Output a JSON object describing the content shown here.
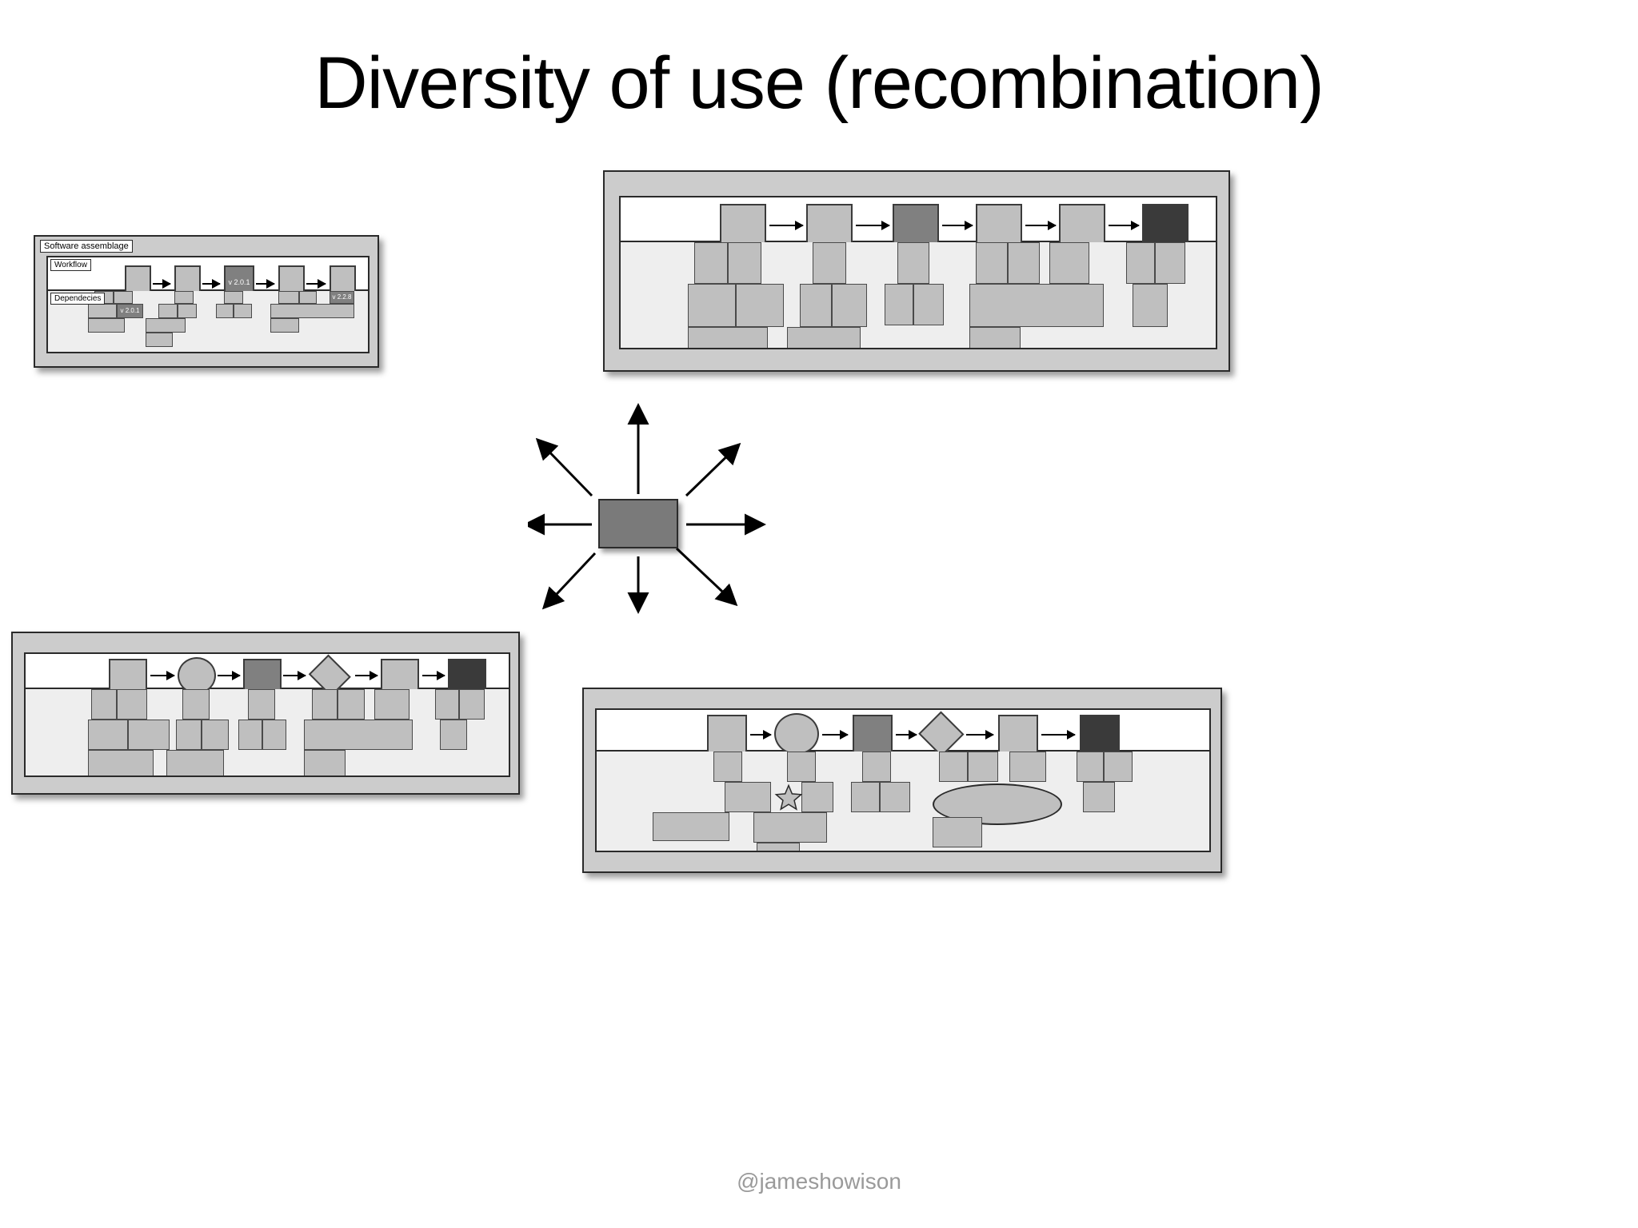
{
  "slide": {
    "title": "Diversity of use (recombination)",
    "footer_handle": "@jameshowison",
    "background_color": "#ffffff",
    "title_color": "#000000",
    "footer_color": "#9a9a9a"
  },
  "palette": {
    "panel_frame": "#cccccc",
    "panel_inner": "#eeeeee",
    "workflow_band": "#ffffff",
    "node_light": "#bfbfbf",
    "node_mid": "#808080",
    "node_dark": "#3a3a3a",
    "hub_fill": "#7a7a7a",
    "stroke": "#3b3b3b"
  },
  "diagrams": [
    {
      "id": "assemblage-top-left",
      "position": "top-left",
      "labels": {
        "outer": "Software assemblage",
        "workflow": "Workflow",
        "dependencies": "Dependecies"
      },
      "workflow_nodes": [
        {
          "shape": "rect",
          "tone": "light",
          "label": ""
        },
        {
          "shape": "rect",
          "tone": "light",
          "label": ""
        },
        {
          "shape": "rect",
          "tone": "mid",
          "label": "v 2.0.1"
        },
        {
          "shape": "rect",
          "tone": "light",
          "label": ""
        },
        {
          "shape": "rect",
          "tone": "light",
          "label": ""
        }
      ],
      "arrow_count": 4,
      "dependency_labels": [
        "v 2.0.1",
        "v 2.2.8"
      ],
      "dependency_count": 22
    },
    {
      "id": "assemblage-top-right",
      "position": "top-right",
      "labels": {
        "outer": "",
        "workflow": "",
        "dependencies": ""
      },
      "workflow_nodes": [
        {
          "shape": "rect",
          "tone": "light",
          "label": ""
        },
        {
          "shape": "rect",
          "tone": "light",
          "label": ""
        },
        {
          "shape": "rect",
          "tone": "mid",
          "label": ""
        },
        {
          "shape": "rect",
          "tone": "light",
          "label": ""
        },
        {
          "shape": "rect",
          "tone": "light",
          "label": ""
        },
        {
          "shape": "rect",
          "tone": "dark",
          "label": ""
        }
      ],
      "arrow_count": 5,
      "dependency_labels": [],
      "dependency_count": 24
    },
    {
      "id": "assemblage-bottom-left",
      "position": "bottom-left",
      "labels": {
        "outer": "",
        "workflow": "",
        "dependencies": ""
      },
      "workflow_nodes": [
        {
          "shape": "rect",
          "tone": "light",
          "label": ""
        },
        {
          "shape": "circle",
          "tone": "light",
          "label": ""
        },
        {
          "shape": "rect",
          "tone": "mid",
          "label": ""
        },
        {
          "shape": "diamond",
          "tone": "light",
          "label": ""
        },
        {
          "shape": "rect",
          "tone": "light",
          "label": ""
        },
        {
          "shape": "rect",
          "tone": "dark",
          "label": ""
        }
      ],
      "arrow_count": 5,
      "dependency_labels": [],
      "dependency_count": 22
    },
    {
      "id": "assemblage-bottom-right",
      "position": "bottom-right",
      "labels": {
        "outer": "",
        "workflow": "",
        "dependencies": ""
      },
      "workflow_nodes": [
        {
          "shape": "rect",
          "tone": "light",
          "label": ""
        },
        {
          "shape": "ellipse",
          "tone": "light",
          "label": ""
        },
        {
          "shape": "rect",
          "tone": "mid",
          "label": ""
        },
        {
          "shape": "diamond",
          "tone": "light",
          "label": ""
        },
        {
          "shape": "rect",
          "tone": "light",
          "label": ""
        },
        {
          "shape": "rect",
          "tone": "dark",
          "label": ""
        }
      ],
      "arrow_count": 5,
      "dependency_labels": [],
      "dependency_special_shapes": [
        "star",
        "wide-ellipse"
      ],
      "dependency_count": 20
    }
  ],
  "hub": {
    "shape": "rect",
    "fill": "#7a7a7a",
    "label": "",
    "arrow_directions": [
      "north",
      "north-east",
      "east",
      "south-east",
      "south",
      "south-west",
      "west",
      "north-west"
    ],
    "arrow_count": 8
  }
}
